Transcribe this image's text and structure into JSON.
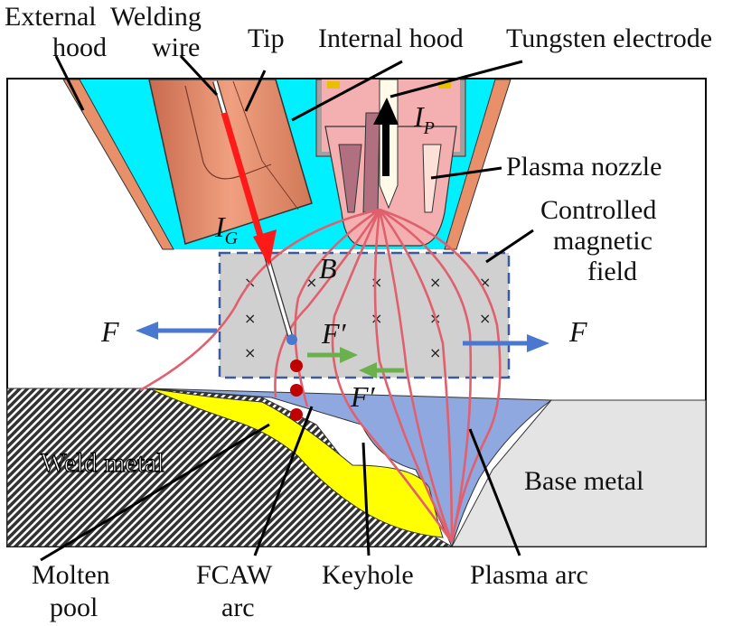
{
  "labels": {
    "external_hood": [
      "External",
      "hood"
    ],
    "welding_wire": [
      "Welding",
      "wire"
    ],
    "tip": "Tip",
    "internal_hood": "Internal hood",
    "tungsten_electrode": "Tungsten electrode",
    "plasma_nozzle": "Plasma nozzle",
    "controlled_magnetic_field": [
      "Controlled",
      "magnetic",
      "field"
    ],
    "base_metal": "Base metal",
    "weld_metal": "Weld metal",
    "molten_pool": [
      "Molten",
      "pool"
    ],
    "fcaw_arc": [
      "FCAW",
      "arc"
    ],
    "keyhole": "Keyhole",
    "plasma_arc": "Plasma arc"
  },
  "symbols": {
    "ig": {
      "main": "I",
      "sub": "G"
    },
    "ip": {
      "main": "I",
      "sub": "P"
    },
    "b": "B",
    "f_left": "F",
    "f_right": "F",
    "f_prime_upper": "F′",
    "f_prime_lower": "F′",
    "cross_mark": "×"
  },
  "colors": {
    "hood_cyan": "#00f0ff",
    "hood_edge": "#e8906a",
    "tip_copper": "#e0876a",
    "nozzle_pink": "#f4b0b0",
    "welding_current": "#ff1a1a",
    "plasma_arc": "#e0606e",
    "keyhole_blue": "#8fa8e0",
    "molten_pool_yellow": "#ffff00",
    "force_blue": "#4a78d0",
    "force_green": "#6ab04c",
    "field_gray": "#c8c8c8",
    "base_metal_gray": "#e4e4e4"
  }
}
